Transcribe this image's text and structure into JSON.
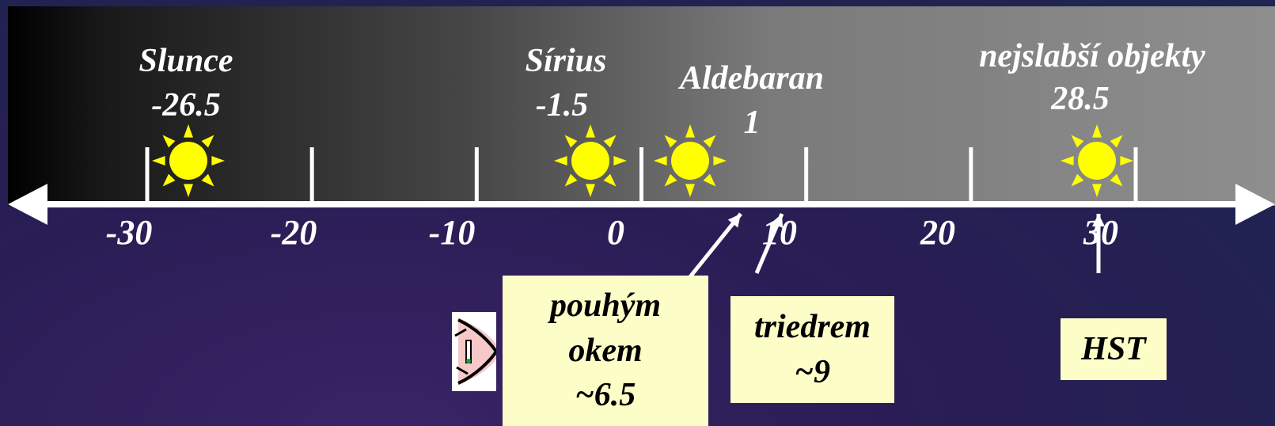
{
  "scale": {
    "min": -30,
    "max": 30,
    "step": 10,
    "tick_labels": [
      "-30",
      "-20",
      "-10",
      "0",
      "10",
      "20",
      "30"
    ]
  },
  "objects": [
    {
      "id": "slunce",
      "name": "Slunce",
      "magnitude_label": "-26.5",
      "magnitude": -26.5
    },
    {
      "id": "sirius",
      "name": "Sírius",
      "magnitude_label": "-1.5",
      "magnitude": -1.5
    },
    {
      "id": "aldebaran",
      "name": "Aldebaran",
      "magnitude_label": "1",
      "magnitude": 1
    },
    {
      "id": "faintest",
      "name": "nejslabší objekty",
      "magnitude_label": "28.5",
      "magnitude": 28.5
    }
  ],
  "limits": [
    {
      "id": "eye",
      "lines": [
        "pouhým",
        "okem",
        "~6.5"
      ],
      "magnitude": 6.5
    },
    {
      "id": "binoculars",
      "lines": [
        "triedrem",
        "~9"
      ],
      "magnitude": 9
    },
    {
      "id": "hst",
      "lines": [
        "HST"
      ],
      "magnitude": 28.5
    }
  ],
  "colors": {
    "sun": "#ffff00",
    "box": "#fdfdc8",
    "axis": "#ffffff"
  },
  "icons": {
    "star": "sun-icon",
    "eye": "eye-icon"
  }
}
